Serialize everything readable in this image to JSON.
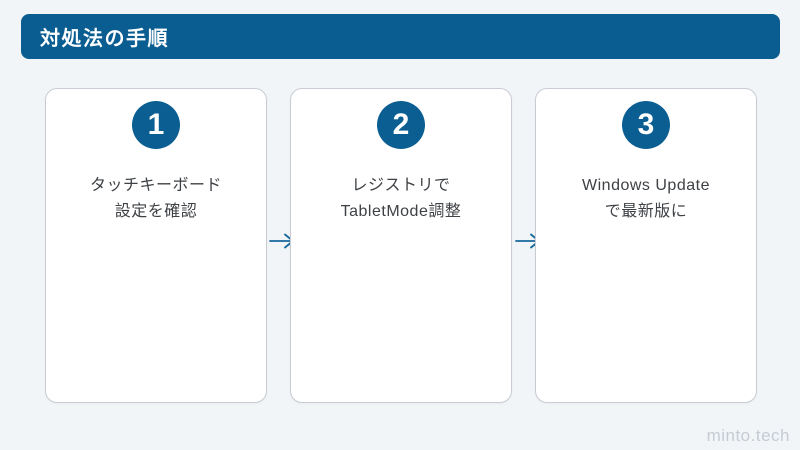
{
  "page": {
    "background_color": "#f2f5f8",
    "accent_color": "#0a5d91",
    "watermark": "minto.tech"
  },
  "header": {
    "title": "対処法の手順",
    "bg_color": "#0a5d91",
    "text_color": "#ffffff"
  },
  "steps": [
    {
      "number": "1",
      "line1": "タッチキーボード",
      "line2": "設定を確認"
    },
    {
      "number": "2",
      "line1": "レジストリで",
      "line2": "TabletMode調整"
    },
    {
      "number": "3",
      "line1": "Windows Update",
      "line2": "で最新版に"
    }
  ],
  "arrow": {
    "glyph": "→",
    "color": "#16689c"
  }
}
